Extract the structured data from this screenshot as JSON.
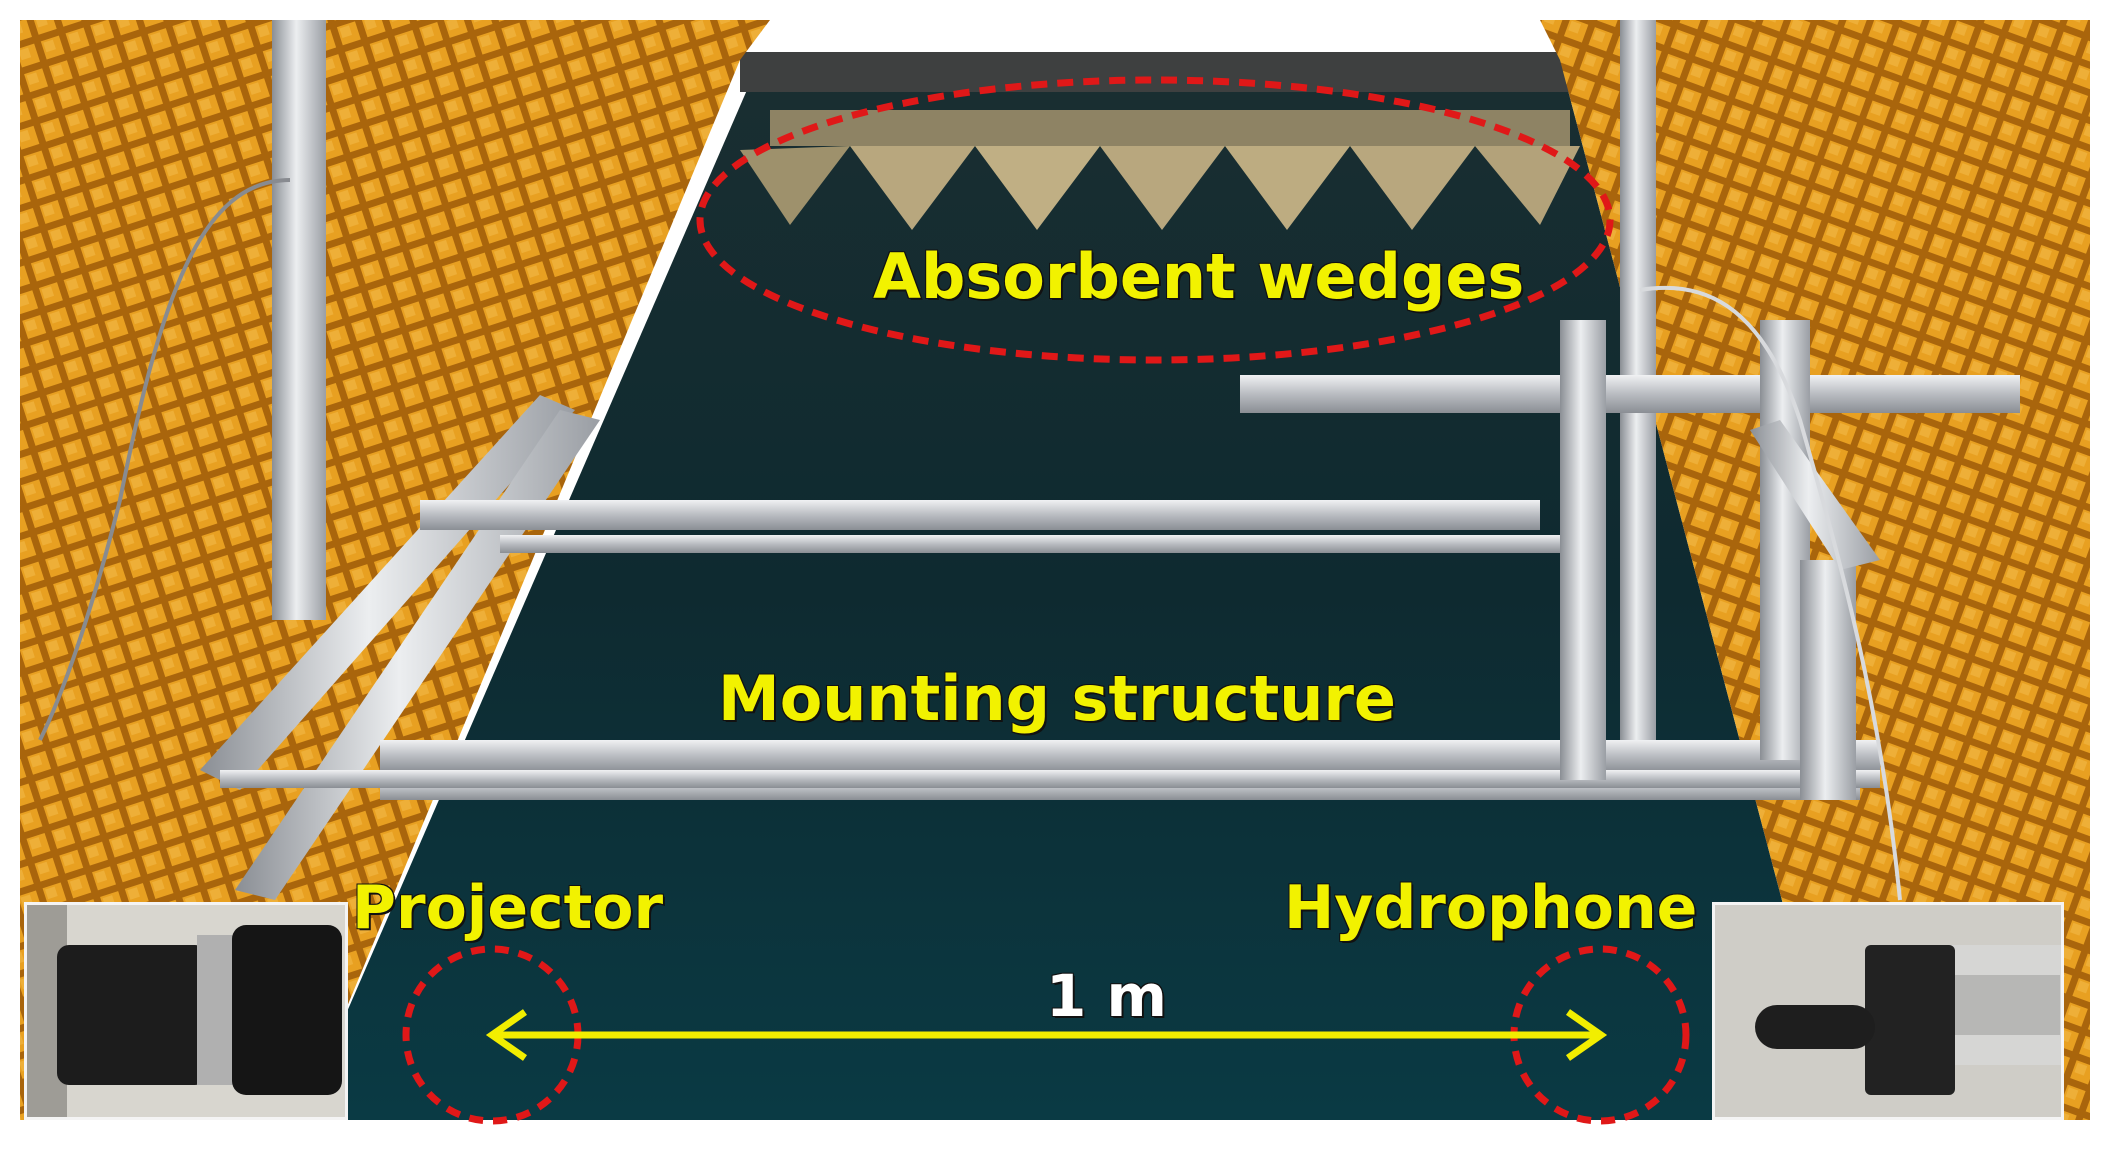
{
  "labels": {
    "absorbent": "Absorbent wedges",
    "mounting": "Mounting structure",
    "projector": "Projector",
    "hydrophone": "Hydrophone",
    "distance": "1 m"
  },
  "colors": {
    "grating": "#e8a021",
    "grating_dark": "#a9650c",
    "water": "#0c2a31",
    "aluminium": "#c9ccd0",
    "annotation_red": "#e01818",
    "label_yellow": "#f2f200",
    "arrow_yellow": "#f2ee00"
  }
}
